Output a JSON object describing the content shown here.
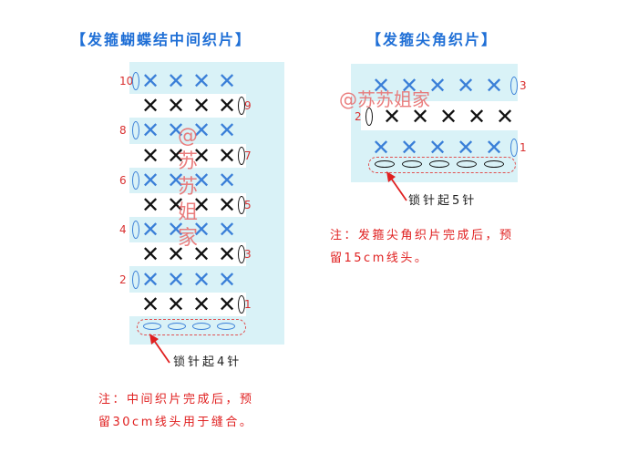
{
  "left_diagram": {
    "title": "【发箍蝴蝶结中间织片】",
    "colors": {
      "blue": "#3a7fd8",
      "black": "#111111",
      "panel": "#d9f2f7",
      "red": "#e02020"
    },
    "rows": [
      {
        "num": "10",
        "color": "blue"
      },
      {
        "num": "9",
        "color": "black"
      },
      {
        "num": "8",
        "color": "blue"
      },
      {
        "num": "7",
        "color": "black"
      },
      {
        "num": "6",
        "color": "blue"
      },
      {
        "num": "5",
        "color": "black"
      },
      {
        "num": "4",
        "color": "blue"
      },
      {
        "num": "3",
        "color": "black"
      },
      {
        "num": "2",
        "color": "blue"
      },
      {
        "num": "1",
        "color": "black"
      }
    ],
    "stitches_per_row": 4,
    "chain_count": 4,
    "caption": "锁针起4针",
    "note_line1": "注：中间织片完成后，预",
    "note_line2": "留30cm线头用于缝合。",
    "watermark_chars": [
      "@",
      "苏",
      "苏",
      "姐",
      "家"
    ]
  },
  "right_diagram": {
    "title": "【发箍尖角织片】",
    "rows": [
      {
        "num": "3",
        "color": "blue"
      },
      {
        "num": "2",
        "color": "black"
      },
      {
        "num": "1",
        "color": "blue"
      }
    ],
    "stitches_per_row": 5,
    "chain_count": 5,
    "caption": "锁针起5针",
    "note_line1": "注：发箍尖角织片完成后，预",
    "note_line2": "留15cm线头。",
    "watermark": "@苏苏姐家"
  }
}
